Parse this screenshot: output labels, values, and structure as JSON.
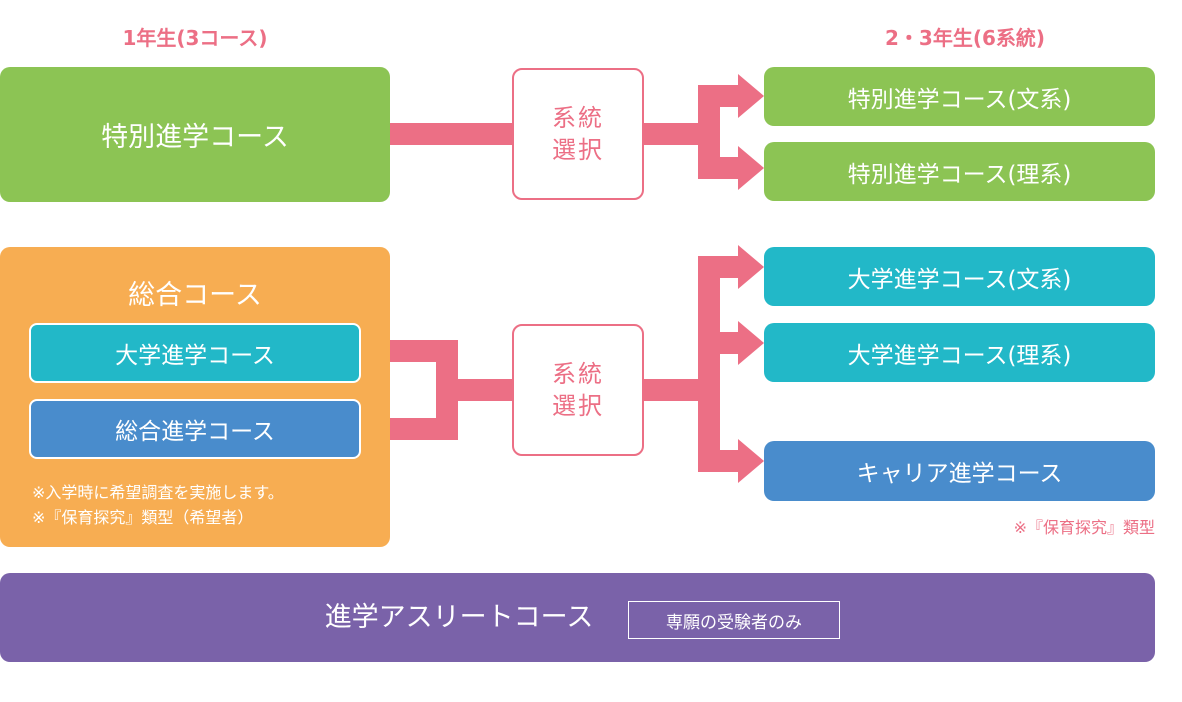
{
  "headers": {
    "year1": "1年生(3コース)",
    "year23": "2・3年生(6系統)"
  },
  "tokubetsu": {
    "main": "特別進学コース",
    "select": [
      "系統",
      "選択"
    ],
    "branches": [
      "特別進学コース(文系)",
      "特別進学コース(理系)"
    ]
  },
  "sogo": {
    "title": "総合コース",
    "sub": [
      "大学進学コース",
      "総合進学コース"
    ],
    "notes": [
      "※入学時に希望調査を実施します。",
      "※『保育探究』類型（希望者）"
    ],
    "select": [
      "系統",
      "選択"
    ],
    "branches": [
      "大学進学コース(文系)",
      "大学進学コース(理系)",
      "キャリア進学コース"
    ],
    "branch_note": "※『保育探究』類型"
  },
  "athlete": {
    "title": "進学アスリートコース",
    "badge": "専願の受験者のみ"
  },
  "colors": {
    "pink": "#ec6f85",
    "green": "#8cc454",
    "teal": "#22b8c8",
    "blue": "#498ccc",
    "orange": "#f7ad52",
    "purple": "#7a62a9"
  }
}
